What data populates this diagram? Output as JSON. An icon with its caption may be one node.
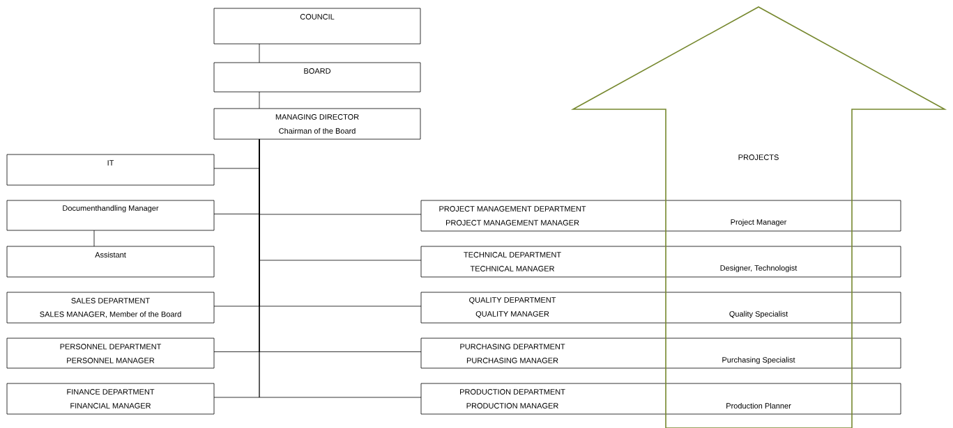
{
  "diagram": {
    "nodes": [
      {
        "text": [
          "COUNCIL"
        ]
      },
      {
        "text": [
          "BOARD"
        ]
      },
      {
        "text": [
          "MANAGING DIRECTOR",
          "Chairman of the Board"
        ]
      },
      {
        "text": [
          "IT"
        ]
      },
      {
        "text": [
          "Documenthandling Manager"
        ]
      },
      {
        "text": [
          "Assistant"
        ]
      },
      {
        "text": [
          "SALES DEPARTMENT",
          "SALES MANAGER, Member of the Board"
        ]
      },
      {
        "text": [
          "PERSONNEL DEPARTMENT",
          "PERSONNEL MANAGER"
        ]
      },
      {
        "text": [
          "FINANCE DEPARTMENT",
          "FINANCIAL MANAGER"
        ]
      },
      {
        "text": [
          "PROJECT MANAGEMENT DEPARTMENT",
          "PROJECT MANAGEMENT MANAGER",
          "Project Manager"
        ]
      },
      {
        "text": [
          "TECHNICAL DEPARTMENT",
          "TECHNICAL MANAGER",
          "Designer, Technologist"
        ]
      },
      {
        "text": [
          "QUALITY DEPARTMENT",
          "QUALITY MANAGER",
          "Quality Specialist"
        ]
      },
      {
        "text": [
          "PURCHASING DEPARTMENT",
          "PURCHASING MANAGER",
          "Purchasing Specialist"
        ]
      },
      {
        "text": [
          "PRODUCTION DEPARTMENT",
          "PRODUCTION MANAGER",
          "Production Planner"
        ]
      },
      {
        "text": [
          "PROJECTS"
        ]
      }
    ],
    "edges": [
      {
        "from": 0,
        "to": 1,
        "arrow": "none"
      },
      {
        "from": 1,
        "to": 2,
        "arrow": "none"
      },
      {
        "from": 2,
        "to": 3,
        "arrow": "none"
      },
      {
        "from": 2,
        "to": 4,
        "arrow": "none"
      },
      {
        "from": 2,
        "to": 9,
        "arrow": "none"
      },
      {
        "from": 4,
        "to": 5,
        "arrow": "none"
      },
      {
        "from": 2,
        "to": 10,
        "arrow": "none"
      },
      {
        "from": 2,
        "to": 6,
        "arrow": "none"
      },
      {
        "from": 2,
        "to": 11,
        "arrow": "none"
      },
      {
        "from": 2,
        "to": 7,
        "arrow": "none"
      },
      {
        "from": 2,
        "to": 12,
        "arrow": "none"
      },
      {
        "from": 2,
        "to": 8,
        "arrow": "none"
      },
      {
        "from": 2,
        "to": 13,
        "arrow": "none"
      }
    ]
  }
}
